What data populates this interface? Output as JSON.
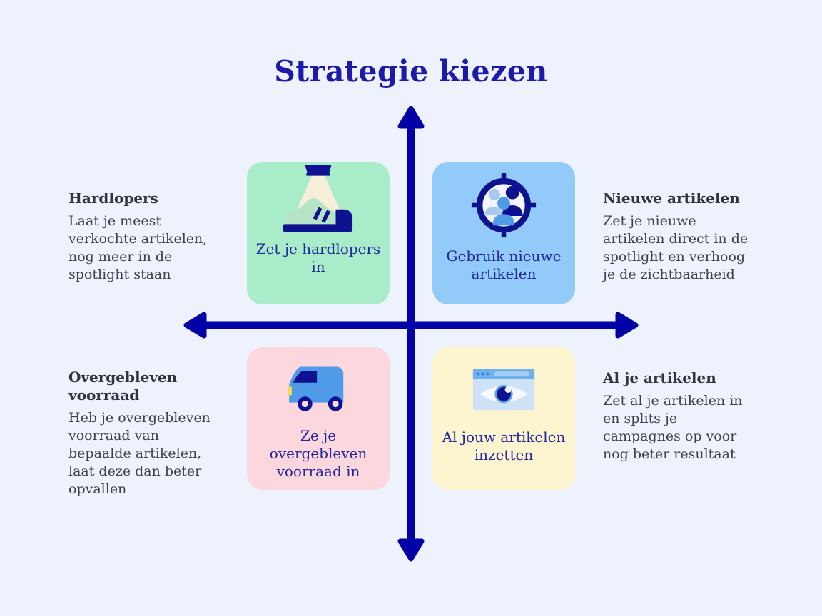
{
  "title": "Strategie kiezen",
  "colors": {
    "background": "#eef2fc",
    "axis": "#0101a5",
    "title_text": "#1d1aaa",
    "card_label_text": "#23269d",
    "side_heading_text": "#33333b",
    "side_body_text": "#3f4048",
    "card_green": "#a8ecc9",
    "card_blue": "#92cbf9",
    "card_pink": "#fcd7de",
    "card_yellow": "#fdf5d0"
  },
  "quadrants": [
    {
      "position": "top-left",
      "icon": "spotlight-shoe-icon",
      "card_label": "Zet je hardlopers in",
      "heading": "Hardlopers",
      "description": "Laat je meest verkochte artikelen, nog meer in de spotlight staan"
    },
    {
      "position": "top-right",
      "icon": "target-audience-icon",
      "card_label": "Gebruik nieuwe artikelen",
      "heading": "Nieuwe artikelen",
      "description": "Zet je nieuwe artikelen direct in de spotlight en verhoog je de zichtbaarheid"
    },
    {
      "position": "bottom-left",
      "icon": "delivery-van-icon",
      "card_label": "Ze je overgebleven voorraad in",
      "heading": "Overgebleven voorraad",
      "description": "Heb je overgebleven voorraad van bepaalde artikelen, laat deze dan beter opvallen"
    },
    {
      "position": "bottom-right",
      "icon": "browser-eye-icon",
      "card_label": "Al jouw artikelen inzetten",
      "heading": "Al je artikelen",
      "description": "Zet al je artikelen in en splits je campagnes op voor nog beter resultaat"
    }
  ]
}
